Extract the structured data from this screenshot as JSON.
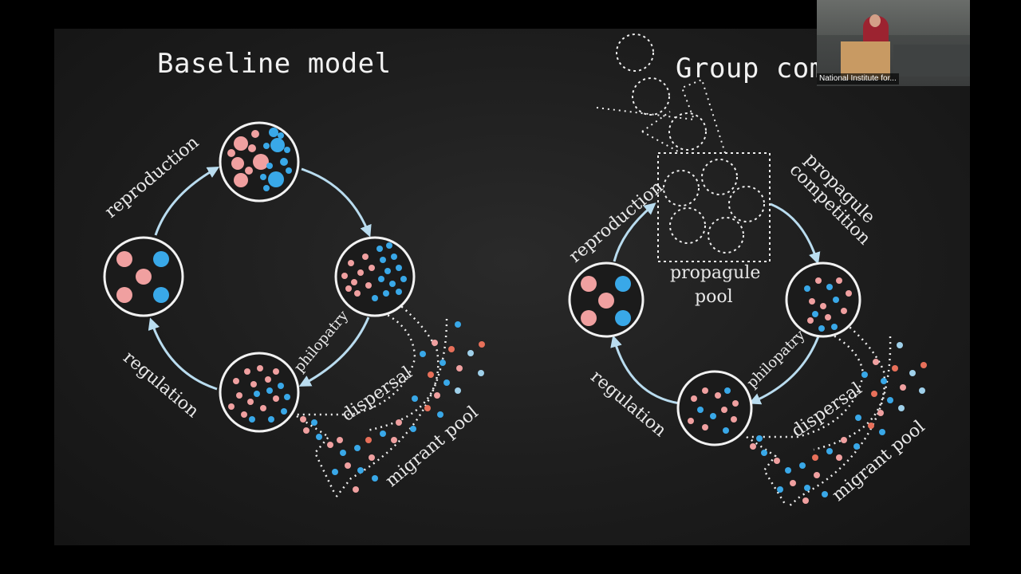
{
  "slide": {
    "left_title": "Baseline model",
    "right_title": "Group com"
  },
  "baseline": {
    "reproduction": "reproduction",
    "regulation": "regulation",
    "philopatry": "philopatry",
    "dispersal": "dispersal",
    "migrant_pool": "migrant pool"
  },
  "group": {
    "reproduction": "reproduction",
    "regulation": "regulation",
    "philopatry": "philopatry",
    "dispersal": "dispersal",
    "migrant_pool": "migrant pool",
    "propagule_competition_1": "propagule",
    "propagule_competition_2": "competition",
    "propagule_pool_1": "propagule",
    "propagule_pool_2": "pool"
  },
  "pip": {
    "caption": "National Institute for..."
  },
  "colors": {
    "pink": "#f0a0a0",
    "blue": "#39a8e8",
    "red": "#e8705a",
    "light_blue": "#9fd0ea",
    "arrow": "#b9dcef",
    "circle_stroke": "#f2f2f2"
  }
}
